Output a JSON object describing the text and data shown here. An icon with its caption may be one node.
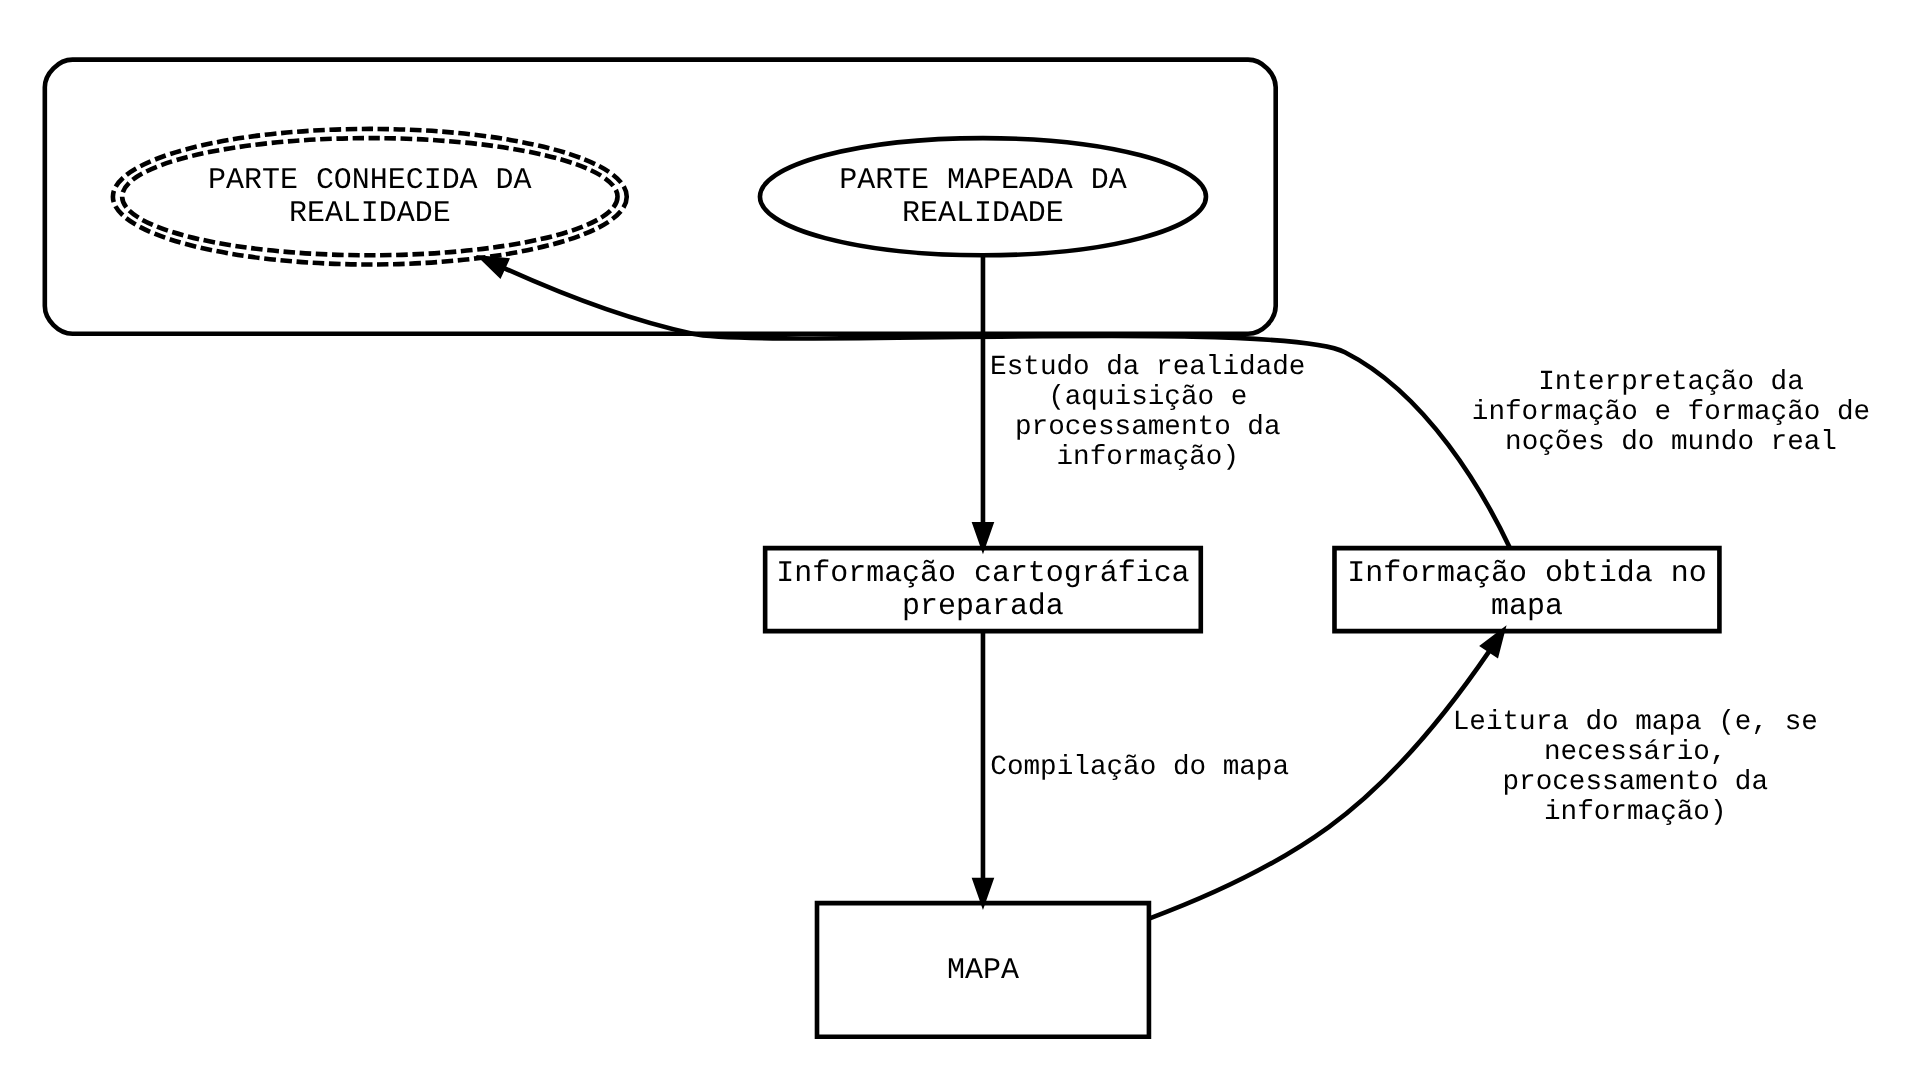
{
  "diagram": {
    "nodes": [
      {
        "text": [],
        "shape": "ellipse"
      },
      {
        "text": [
          "PARTE MAPEADA DA REALIDADE"
        ],
        "in": 0
      },
      {
        "text": [
          "PARTE CONHECIDA DA REALIDADE"
        ],
        "in": 0
      },
      {
        "text": [
          "Informação cartográfica preparada"
        ]
      },
      {
        "text": [
          "MAPA"
        ]
      },
      {
        "text": [
          "Informação obtida no mapa"
        ]
      }
    ],
    "edges": [
      {
        "from": 1,
        "to": 3,
        "arrow": "to",
        "label": "Estudo da realidade (aquisição e processamento da informação)"
      },
      {
        "from": 3,
        "to": 4,
        "arrow": "to",
        "label": "Compilação do mapa"
      },
      {
        "from": 4,
        "to": 5,
        "arrow": "to",
        "label": "Leitura do mapa (e, se necessário, processamento da informação)"
      },
      {
        "from": 5,
        "to": 2,
        "arrow": "to",
        "label": "Interpretação da informação e formação de noções do mundo real"
      }
    ]
  }
}
